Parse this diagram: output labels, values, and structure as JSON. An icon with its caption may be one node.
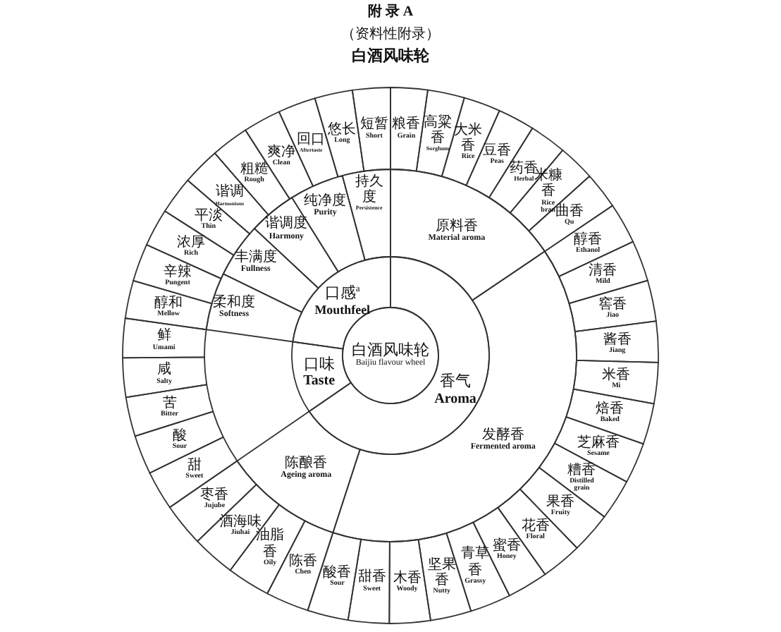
{
  "diagram": {
    "title": "白酒风味轮",
    "labels": [
      "附 录 A",
      "（资料性附录）"
    ],
    "nodes": [
      {
        "text": [
          "白酒风味轮",
          "Baijiu flavour wheel"
        ]
      },
      {
        "text": [
          "口感$^{a}$",
          "Mouthfeel"
        ]
      },
      {
        "text": [
          "香气",
          "Aroma"
        ]
      },
      {
        "text": [
          "口味",
          "Taste"
        ]
      },
      {
        "text": [
          "持久度",
          "Persistence"
        ]
      },
      {
        "text": [
          "纯净度",
          "Purity"
        ]
      },
      {
        "text": [
          "谐调度",
          "Harmony"
        ]
      },
      {
        "text": [
          "丰满度",
          "Fullness"
        ]
      },
      {
        "text": [
          "柔和度",
          "Softness"
        ]
      },
      {
        "text": [
          "原料香",
          "Material aroma"
        ]
      },
      {
        "text": [
          "发酵香",
          "Fermented aroma"
        ]
      },
      {
        "text": [
          "陈酿香",
          "Ageing aroma"
        ]
      },
      {
        "text": [
          "粮香",
          "Grain"
        ]
      },
      {
        "text": [
          "高粱香",
          "Sorghum"
        ]
      },
      {
        "text": [
          "大米香",
          "Rice"
        ]
      },
      {
        "text": [
          "豆香",
          "Peas"
        ]
      },
      {
        "text": [
          "药香",
          "Herbal"
        ]
      },
      {
        "text": [
          "米糠香",
          "Rice bran"
        ]
      },
      {
        "text": [
          "曲香",
          "Qu"
        ]
      },
      {
        "text": [
          "醇香",
          "Ethanol"
        ]
      },
      {
        "text": [
          "清香",
          "Mild"
        ]
      },
      {
        "text": [
          "窖香",
          "Jiao"
        ]
      },
      {
        "text": [
          "酱香",
          "Jiang"
        ]
      },
      {
        "text": [
          "米香",
          "Mi"
        ]
      },
      {
        "text": [
          "焙香",
          "Baked"
        ]
      },
      {
        "text": [
          "芝麻香",
          "Sesame"
        ]
      },
      {
        "text": [
          "糟香",
          "Distilled grain"
        ]
      },
      {
        "text": [
          "果香",
          "Fruity"
        ]
      },
      {
        "text": [
          "花香",
          "Floral"
        ]
      },
      {
        "text": [
          "蜜香",
          "Honey"
        ]
      },
      {
        "text": [
          "青草香",
          "Grassy"
        ]
      },
      {
        "text": [
          "坚果香",
          "Nutty"
        ]
      },
      {
        "text": [
          "木香",
          "Woody"
        ]
      },
      {
        "text": [
          "甜香",
          "Sweet"
        ]
      },
      {
        "text": [
          "酸香",
          "Sour"
        ]
      },
      {
        "text": [
          "陈香",
          "Chen"
        ]
      },
      {
        "text": [
          "油脂香",
          "Oily"
        ]
      },
      {
        "text": [
          "酒海味",
          "Jiuhai"
        ]
      },
      {
        "text": [
          "枣香",
          "Jujube"
        ]
      },
      {
        "text": [
          "甜",
          "Sweet"
        ]
      },
      {
        "text": [
          "酸",
          "Sour"
        ]
      },
      {
        "text": [
          "苦",
          "Bitter"
        ]
      },
      {
        "text": [
          "咸",
          "Salty"
        ]
      },
      {
        "text": [
          "鲜",
          "Umami"
        ]
      },
      {
        "text": [
          "醇和",
          "Mellow"
        ]
      },
      {
        "text": [
          "辛辣",
          "Pungent"
        ]
      },
      {
        "text": [
          "浓厚",
          "Rich"
        ]
      },
      {
        "text": [
          "平淡",
          "Thin"
        ]
      },
      {
        "text": [
          "谐调",
          "Harmonious"
        ]
      },
      {
        "text": [
          "粗糙",
          "Rough"
        ]
      },
      {
        "text": [
          "爽净",
          "Clean"
        ]
      },
      {
        "text": [
          "回口",
          "Aftertaste"
        ]
      },
      {
        "text": [
          "悠长",
          "Long"
        ]
      },
      {
        "text": [
          "短暂",
          "Short"
        ]
      }
    ]
  }
}
